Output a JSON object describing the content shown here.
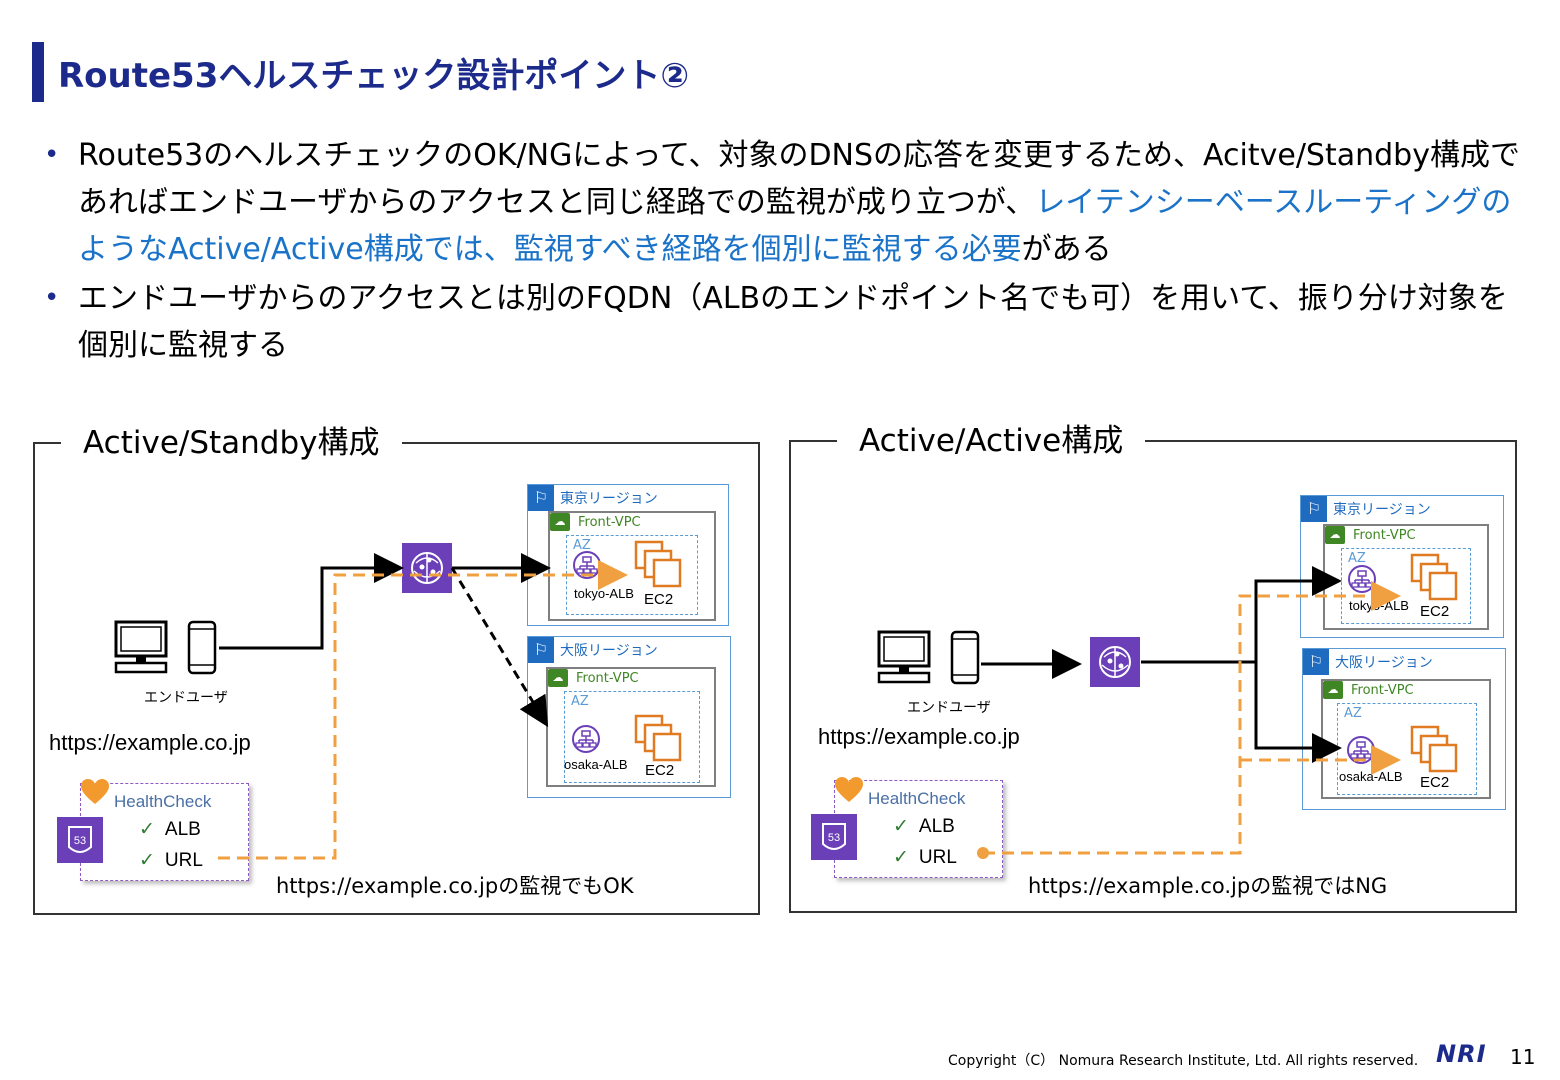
{
  "title": "Route53ヘルスチェック設計ポイント②",
  "bullets": {
    "b1_part1": "Route53のヘルスチェックのOK/NGによって、対象のDNSの応答を変更するため、Acitve/Standby構成であればエンドユーザからのアクセスと同じ経路での監視が成り立つが、",
    "b1_highlight": "レイテンシーベースルーティングのようなActive/Active構成では、監視すべき経路を個別に監視する必要",
    "b1_part2": "がある",
    "b2": "エンドユーザからのアクセスとは別のFQDN（ALBのエンドポイント名でも可）を用いて、振り分け対象を個別に監視する"
  },
  "left_panel": {
    "title": "Active/Standby構成",
    "enduser_label": "エンドユーザ",
    "url": "https://example.co.jp",
    "caption": "https://example.co.jpの監視でもOK",
    "healthcheck": {
      "label": "HealthCheck",
      "item1": "ALB",
      "item2": "URL"
    },
    "tokyo": {
      "region": "東京リージョン",
      "vpc": "Front-VPC",
      "az": "AZ",
      "alb": "tokyo-ALB",
      "ec2": "EC2"
    },
    "osaka": {
      "region": "大阪リージョン",
      "vpc": "Front-VPC",
      "az": "AZ",
      "alb": "osaka-ALB",
      "ec2": "EC2"
    }
  },
  "right_panel": {
    "title": "Active/Active構成",
    "enduser_label": "エンドユーザ",
    "url": "https://example.co.jp",
    "caption": "https://example.co.jpの監視ではNG",
    "healthcheck": {
      "label": "HealthCheck",
      "item1": "ALB",
      "item2": "URL"
    },
    "tokyo": {
      "region": "東京リージョン",
      "vpc": "Front-VPC",
      "az": "AZ",
      "alb": "tokyo-ALB",
      "ec2": "EC2"
    },
    "osaka": {
      "region": "大阪リージョン",
      "vpc": "Front-VPC",
      "az": "AZ",
      "alb": "osaka-ALB",
      "ec2": "EC2"
    }
  },
  "footer": {
    "copyright": "Copyright（C） Nomura Research Institute, Ltd. All rights reserved.",
    "logo": "NRI",
    "page": "11"
  },
  "colors": {
    "title": "#1c2a8c",
    "highlight": "#1a73c8",
    "monitor_path": "#f0a040",
    "route53": "#6b3fb8",
    "ec2": "#e07b22"
  }
}
